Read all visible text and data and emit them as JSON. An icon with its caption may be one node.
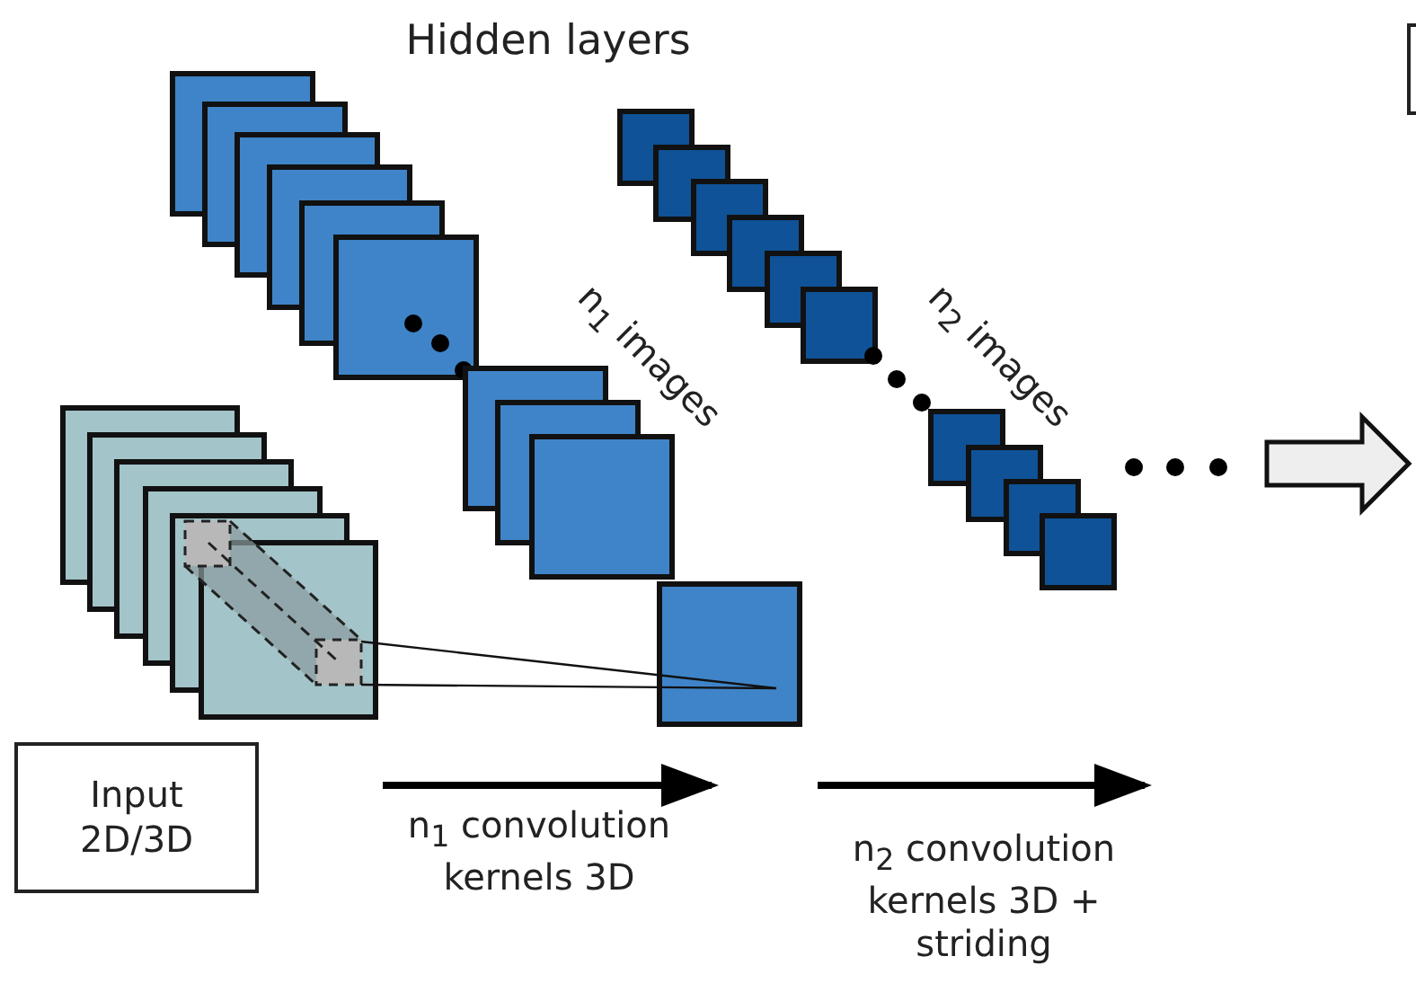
{
  "diagram": {
    "nodes": [
      {
        "text": [
          "Input 2D/3D"
        ]
      },
      {
        "text": [],
        "shape": "box"
      }
    ],
    "edges": [],
    "labels": [
      "Hidden layers",
      "n$_{1}$ images",
      "n$_{2}$ images",
      "n$_{1}$ convolution kernels 3D",
      "n$_{2}$ convolution kernels 3D + striding"
    ]
  }
}
